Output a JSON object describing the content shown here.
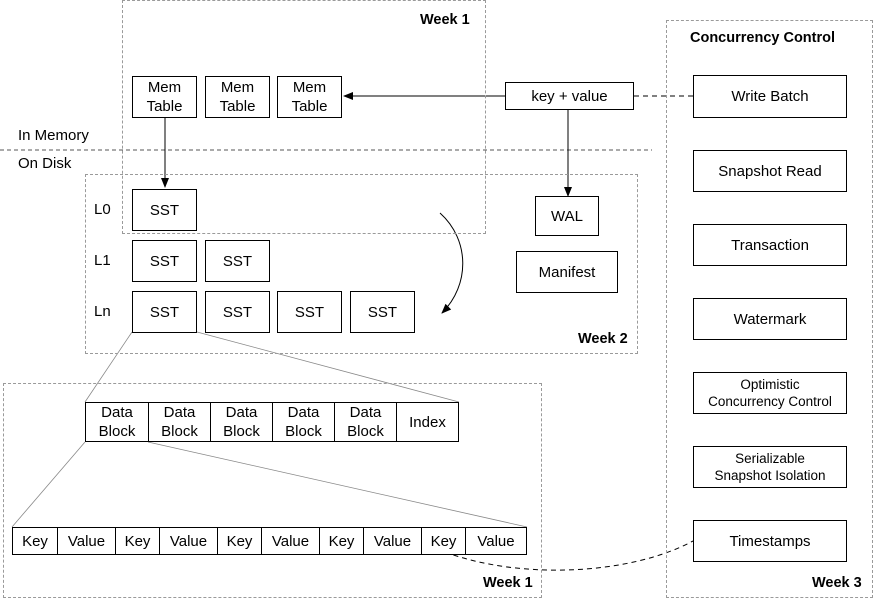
{
  "regions": {
    "week1_top": "Week 1",
    "week2": "Week 2",
    "week1_bottom": "Week 1",
    "concurrency_title": "Concurrency Control",
    "week3": "Week 3"
  },
  "labels": {
    "in_memory": "In Memory",
    "on_disk": "On Disk",
    "l0": "L0",
    "l1": "L1",
    "ln": "Ln"
  },
  "memtables": [
    "Mem\nTable",
    "Mem\nTable",
    "Mem\nTable"
  ],
  "key_value": "key + value",
  "wal": "WAL",
  "manifest": "Manifest",
  "sst_label": "SST",
  "data_blocks": [
    "Data\nBlock",
    "Data\nBlock",
    "Data\nBlock",
    "Data\nBlock",
    "Data\nBlock",
    "Index"
  ],
  "kv_cells": [
    "Key",
    "Value",
    "Key",
    "Value",
    "Key",
    "Value",
    "Key",
    "Value",
    "Key",
    "Value"
  ],
  "concurrency_items": [
    "Write Batch",
    "Snapshot Read",
    "Transaction",
    "Watermark",
    "Optimistic\nConcurrency Control",
    "Serializable\nSnapshot Isolation",
    "Timestamps"
  ]
}
